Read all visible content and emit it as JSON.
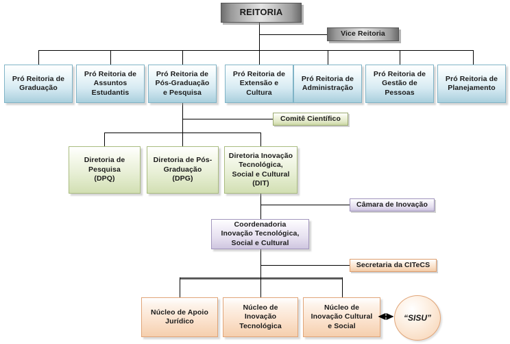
{
  "diagram": {
    "title": "Organograma REITORIA",
    "colors": {
      "gray": "#9a9a9a",
      "blue": "#d6eaf2",
      "green": "#e6eed3",
      "purple": "#e6e0f0",
      "orange": "#fbe2cd",
      "line": "#000000",
      "thick_line": "#5a5a5a",
      "background": "#ffffff"
    },
    "nodes": {
      "reitoria": "REITORIA",
      "vice_reitoria": "Vice Reitoria",
      "pro_graduacao": "Pró Reitoria de\nGraduação",
      "pro_assuntos_estudantis": "Pró Reitoria de\nAssuntos\nEstudantis",
      "pro_pos_graduacao_pesquisa": "Pró Reitoria de\nPós-Graduação\ne Pesquisa",
      "pro_extensao_cultura": "Pró Reitoria de\nExtensão e\nCultura",
      "pro_administracao": "Pró Reitoria de\nAdministração",
      "pro_gestao_pessoas": "Pró Reitoria de\nGestão de\nPessoas",
      "pro_planejamento": "Pró Reitoria de\nPlanejamento",
      "comite_cientifico": "Comitê Científico",
      "diretoria_pesquisa": "Diretoria de\nPesquisa\n(DPQ)",
      "diretoria_pos_graduacao": "Diretoria de Pós-\nGraduação\n(DPG)",
      "diretoria_inovacao": "Diretoria Inovação\nTecnológica,\nSocial e Cultural\n(DIT)",
      "camara_inovacao": "Câmara de Inovação",
      "coordenadoria": "Coordenadoria\nInovação Tecnológica,\nSocial e Cultural",
      "secretaria_citecs": "Secretaria da CITeCS",
      "nucleo_apoio_juridico": "Núcleo de Apoio\nJurídico",
      "nucleo_inovacao_tecnologica": "Núcleo de\nInovação\nTecnológica",
      "nucleo_inovacao_cultural_social": "Núcleo de\nInovação Cultural\ne Social",
      "sisu": "“SISU”"
    }
  }
}
